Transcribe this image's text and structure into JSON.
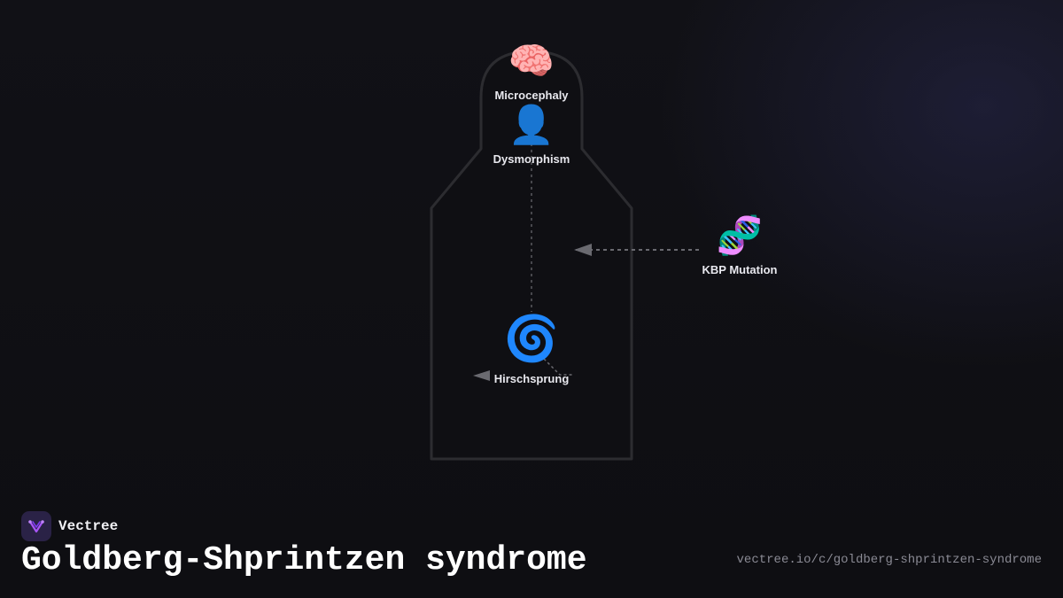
{
  "diagram": {
    "nodes": [
      {
        "id": "microcephaly",
        "label": "Microcephaly",
        "icon": "brain-icon"
      },
      {
        "id": "dysmorphism",
        "label": "Dysmorphism",
        "icon": "person-silhouette-icon"
      },
      {
        "id": "kbp",
        "label": "KBP Mutation",
        "icon": "dna-icon"
      },
      {
        "id": "hirschsprung",
        "label": "Hirschsprung",
        "icon": "cyclone-icon"
      }
    ],
    "edges": [
      {
        "from": "dysmorphism",
        "to": "hirschsprung",
        "style": "dotted"
      },
      {
        "from": "kbp",
        "to": "bottle",
        "style": "dotted-arrow"
      },
      {
        "from": "hirschsprung",
        "to": "bottle-left",
        "style": "dotted-arrow"
      }
    ],
    "colors": {
      "background": "#0f0f13",
      "outline": "#2c2c30",
      "edge": "#6a6a70",
      "label": "#e8e8ee"
    }
  },
  "brand": {
    "name": "Vectree",
    "logo_icon": "vectree-logo-icon",
    "logo_color": "#a855f7"
  },
  "page": {
    "title": "Goldberg-Shprintzen syndrome",
    "url": "vectree.io/c/goldberg-shprintzen-syndrome"
  }
}
